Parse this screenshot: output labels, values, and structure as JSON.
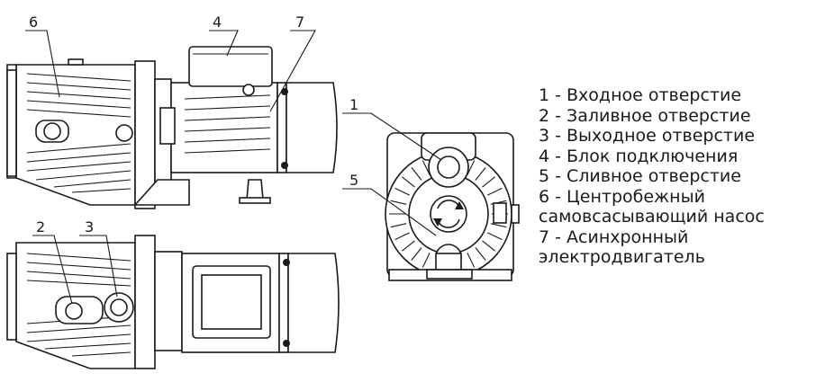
{
  "callouts": {
    "c1": "1",
    "c2": "2",
    "c3": "3",
    "c4": "4",
    "c5": "5",
    "c6": "6",
    "c7": "7"
  },
  "legend": [
    "1 - Входное отверстие",
    "2 - Заливное отверстие",
    "3 - Выходное отверстие",
    "4 - Блок подключения",
    "5 - Сливное отверстие",
    "6 - Центробежный",
    "самовсасывающий насос",
    "7 - Асинхронный",
    "электродвигатель"
  ],
  "icons": {
    "rotation": "rotation-arrows-icon"
  }
}
